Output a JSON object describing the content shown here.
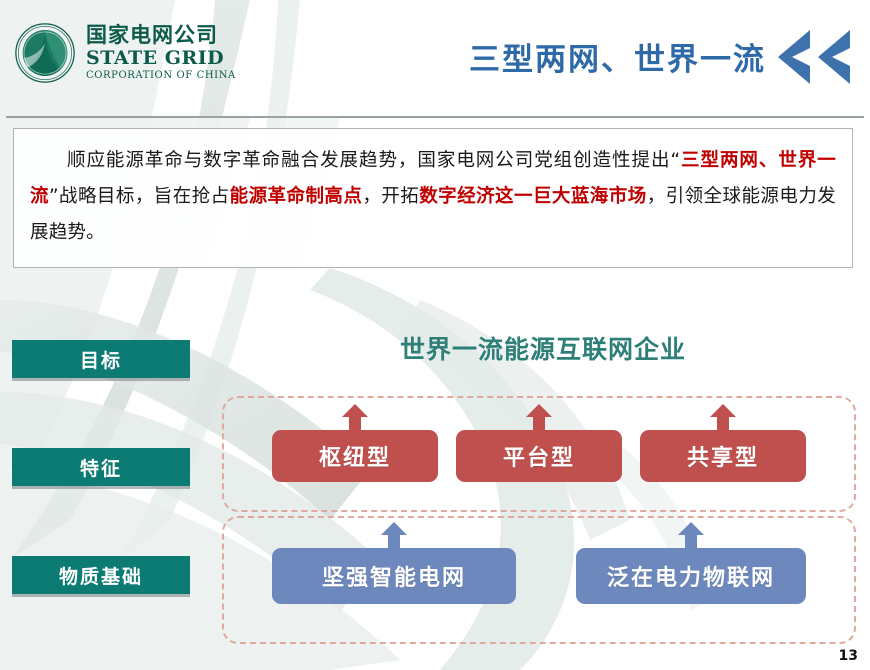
{
  "slide": {
    "page_number": "13",
    "accent_blue": "#2f6aa8",
    "accent_teal": "#0b7b73",
    "accent_red": "#c0504d",
    "accent_lightblue": "#6d88bc",
    "highlight_red": "#c00000",
    "logo_green": "#0c5a4a",
    "dashed_border": "#e0a9a0"
  },
  "header": {
    "logo": {
      "company_cn": "国家电网公司",
      "company_en": "STATE GRID",
      "company_en_sub": "CORPORATION OF CHINA",
      "emblem_name": "state-grid-emblem"
    },
    "title": "三型两网、世界一流",
    "chevrons_icon": "double-chevron-left-icon"
  },
  "intro": {
    "segments": [
      {
        "text": "顺应能源革命与数字革命融合发展趋势，国家电网公司党组创造性提出“",
        "highlight": false
      },
      {
        "text": "三型两网、世界一流",
        "highlight": true
      },
      {
        "text": "”战略目标，旨在抢占",
        "highlight": false
      },
      {
        "text": "能源革命制高点",
        "highlight": true
      },
      {
        "text": "，开拓",
        "highlight": false
      },
      {
        "text": "数字经济这一巨大蓝海市场",
        "highlight": true
      },
      {
        "text": "，引领全球能源电力发展趋势。",
        "highlight": false
      }
    ]
  },
  "diagram": {
    "title": "世界一流能源互联网企业",
    "stage_labels": [
      {
        "id": "goal",
        "label": "目标"
      },
      {
        "id": "characteristics",
        "label": "特征"
      },
      {
        "id": "material-basis",
        "label": "物质基础"
      }
    ],
    "characteristic_cards": [
      {
        "id": "hub-type",
        "label": "枢纽型"
      },
      {
        "id": "platform-type",
        "label": "平台型"
      },
      {
        "id": "sharing-type",
        "label": "共享型"
      }
    ],
    "basis_cards": [
      {
        "id": "strong-smart-grid",
        "label": "坚强智能电网"
      },
      {
        "id": "ubiquitous-power-iot",
        "label": "泛在电力物联网"
      }
    ],
    "arrow_icon": "arrow-up-icon"
  }
}
